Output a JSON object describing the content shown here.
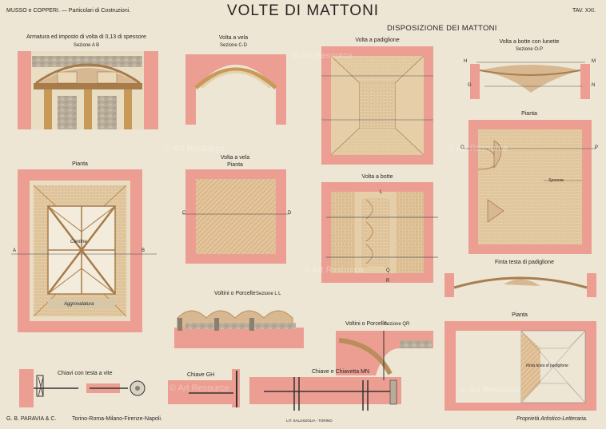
{
  "header": {
    "left": "MUSSO e COPPERI. — Particolari di Costruzioni.",
    "title": "VOLTE DI MATTONI",
    "plate_no": "TAV. XXI."
  },
  "section_title": "DISPOSIZIONE DEI MATTONI",
  "captions": {
    "armatura": "Armatura ed imposto di volta di 0,13 di spessore",
    "sezione_ab": "Sezione A B",
    "pianta_left": "Pianta",
    "volta_vela": "Volta a vela",
    "sezione_cd": "Sezione C-D",
    "volta_vela2": "Volta a vela",
    "pianta_vela": "Pianta",
    "voltini": "Voltini o Porcelle",
    "sezione_ll": "Sezione L L",
    "padiglione": "Volta a padiglione",
    "volta_botte": "Volta a botte",
    "voltini2": "Voltini o Porcelle.",
    "sezione_qr": "Sezione QR",
    "lunette": "Volta a botte con lunette",
    "sezione_op": "Sezione O-P",
    "pianta_right": "Pianta",
    "finta": "Finta testa di padiglione",
    "pianta_finta": "Pianta",
    "chiavi": "Chiavi con testa a vite",
    "chiave_gh": "Chiave GH",
    "chiave_mn": "Chiave e Chiavetta MN"
  },
  "drawing_notes": {
    "centine": "Centine",
    "aggrovalatura": "Aggrovalatura",
    "sporone": "Sporone",
    "finta_testa": "Finta testa di padiglione"
  },
  "letters": {
    "a": "A",
    "b": "B",
    "c": "C",
    "d": "D",
    "o": "O",
    "p": "P",
    "h": "H",
    "m": "M",
    "n": "N",
    "g": "G",
    "q": "Q",
    "r": "R",
    "l": "L"
  },
  "footer": {
    "publisher": "G. B. PARAVIA & C.",
    "cities": "Torino-Roma-Milano-Firenze-Napoli.",
    "printer": "LIT. SALUSSOLIA - TORINO",
    "rights": "Proprietà Artistico-Letteraria."
  },
  "watermark": "© Art Resource",
  "colors": {
    "wall": "#ec9e92",
    "wall_dark": "#d97d70",
    "brick": "#d8b890",
    "brick_light": "#e8d4b2",
    "wood": "#c89a58",
    "paper": "#ede6d5",
    "ink": "#2a2522"
  }
}
